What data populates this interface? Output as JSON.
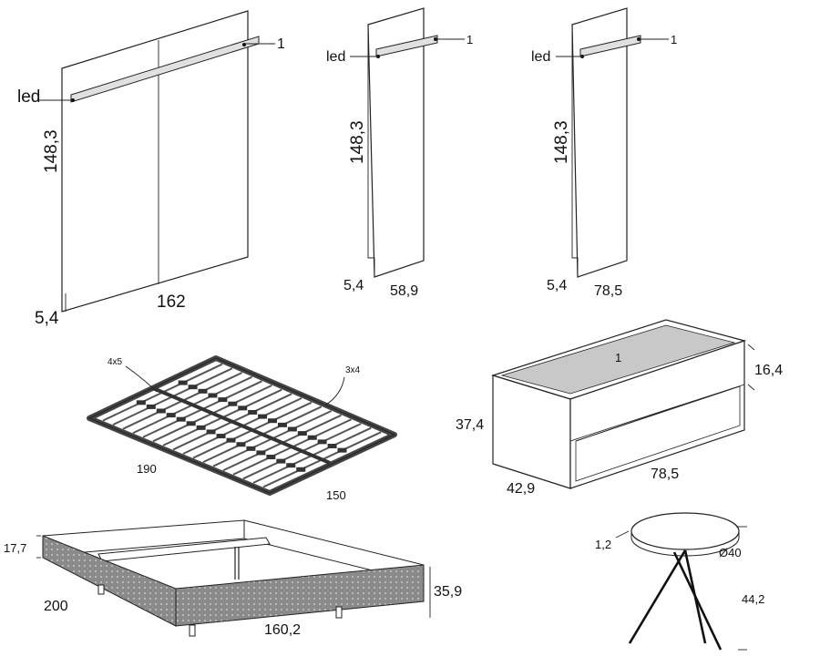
{
  "headboard_large": {
    "led": "led",
    "part": "1",
    "height": "148,3",
    "depth": "5,4",
    "width": "162"
  },
  "headboard_medium": {
    "led": "led",
    "part": "1",
    "height": "148,3",
    "depth": "5,4",
    "width": "58,9"
  },
  "headboard_small": {
    "led": "led",
    "part": "1",
    "height": "148,3",
    "depth": "5,4",
    "width": "78,5"
  },
  "slat_base": {
    "profile_a": "4x5",
    "profile_b": "3x4",
    "length": "190",
    "width": "150"
  },
  "nightstand": {
    "part": "1",
    "height": "37,4",
    "drawer_height": "16,4",
    "depth": "42,9",
    "width": "78,5"
  },
  "bed_frame": {
    "frame_height": "17,7",
    "length": "200",
    "width": "160,2",
    "total_height": "35,9"
  },
  "side_table": {
    "top_thickness": "1,2",
    "diameter": "Ø40",
    "height": "44,2"
  },
  "colors": {
    "line": "#222222",
    "upholstery": "#8a8a8a",
    "glass": "#c8c8c8",
    "rail": "#e0e0e0"
  }
}
